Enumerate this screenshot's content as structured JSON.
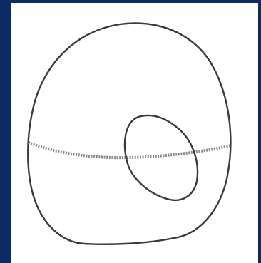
{
  "colors": {
    "frame": "#0a2b63",
    "canvas": "#ffffff",
    "stroke": "#3a3a3a",
    "seam": "#8a8a8a"
  },
  "figure": {
    "shape": "rounded-dome-body",
    "features": [
      "outer-contour",
      "dashed-equator-seam",
      "oval-opening"
    ]
  }
}
